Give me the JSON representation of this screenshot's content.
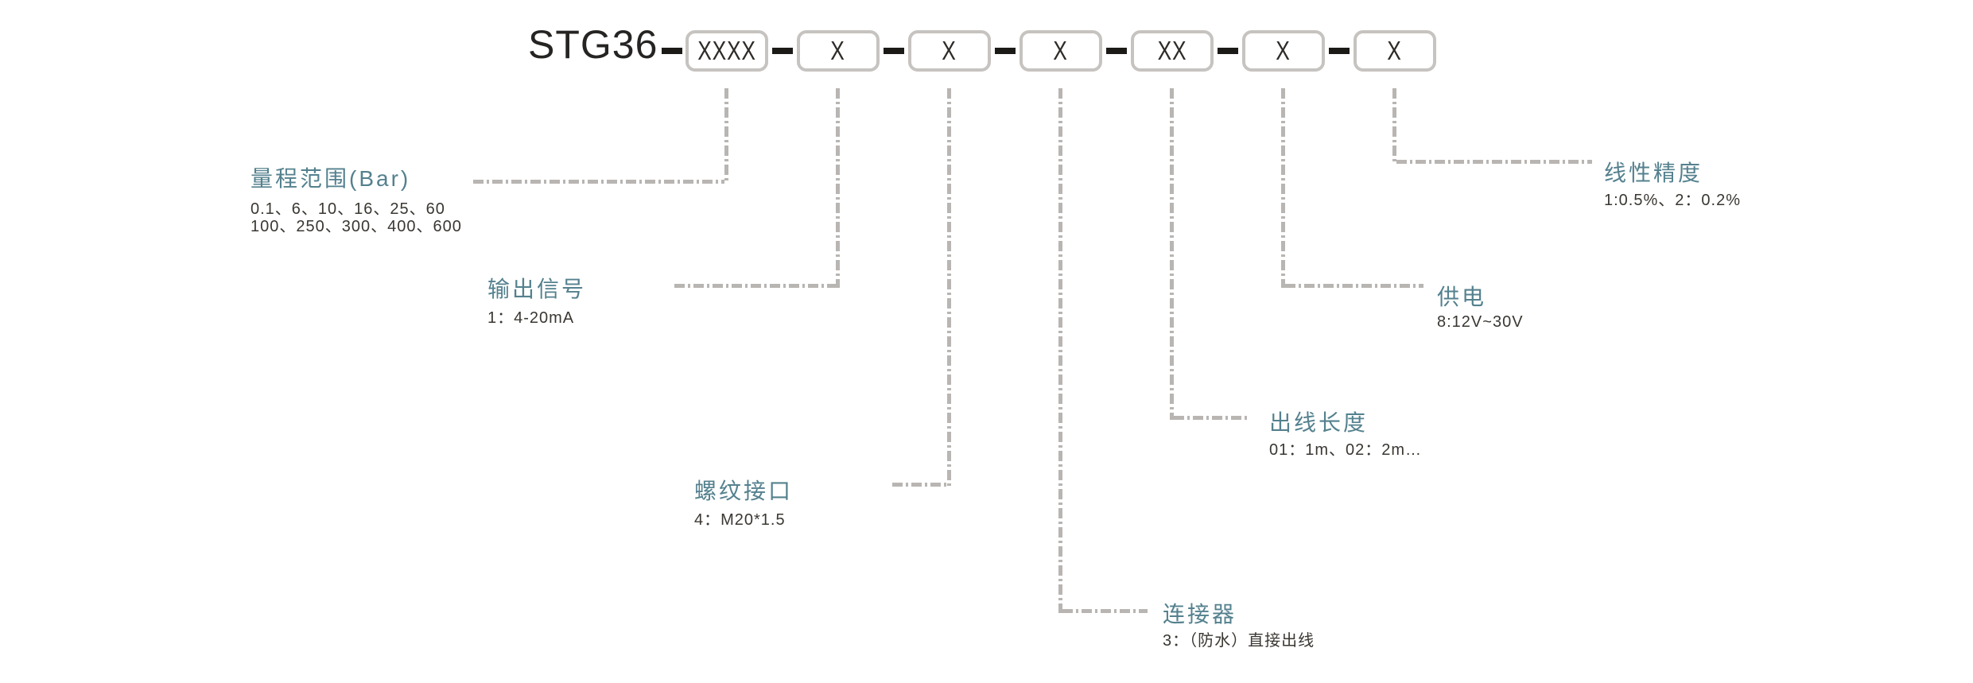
{
  "diagram": {
    "model_prefix": "STG36",
    "code_boxes": [
      "XXXX",
      "X",
      "X",
      "X",
      "XX",
      "X",
      "X"
    ],
    "fields": [
      {
        "label": "量程范围(Bar)",
        "lines": [
          "0.1、6、10、16、25、60",
          "100、250、300、400、600"
        ]
      },
      {
        "label": "输出信号",
        "lines": [
          "1：4-20mA"
        ]
      },
      {
        "label": "螺纹接口",
        "lines": [
          "4：M20*1.5"
        ]
      },
      {
        "label": "连接器",
        "lines": [
          "3：（防水）直接出线"
        ]
      },
      {
        "label": "出线长度",
        "lines": [
          "01：1m、02：2m…"
        ]
      },
      {
        "label": "供电",
        "lines": [
          "8:12V~30V"
        ]
      },
      {
        "label": "线性精度",
        "lines": [
          "1:0.5%、2：0.2%"
        ]
      }
    ],
    "colors": {
      "accent_teal": "#54818e",
      "box_border": "#c6c3c0",
      "text_dark": "#3a3732",
      "connector_black": "#1c1a17",
      "leader_gray": "#b8b5b2"
    }
  }
}
